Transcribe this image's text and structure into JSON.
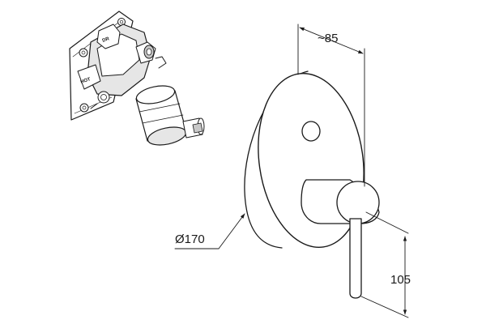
{
  "dimensions": {
    "depth": "~85",
    "diameter": "Ø170",
    "height": "105"
  },
  "valve_body": {
    "label_top": "DR",
    "label_side": "HOT"
  }
}
